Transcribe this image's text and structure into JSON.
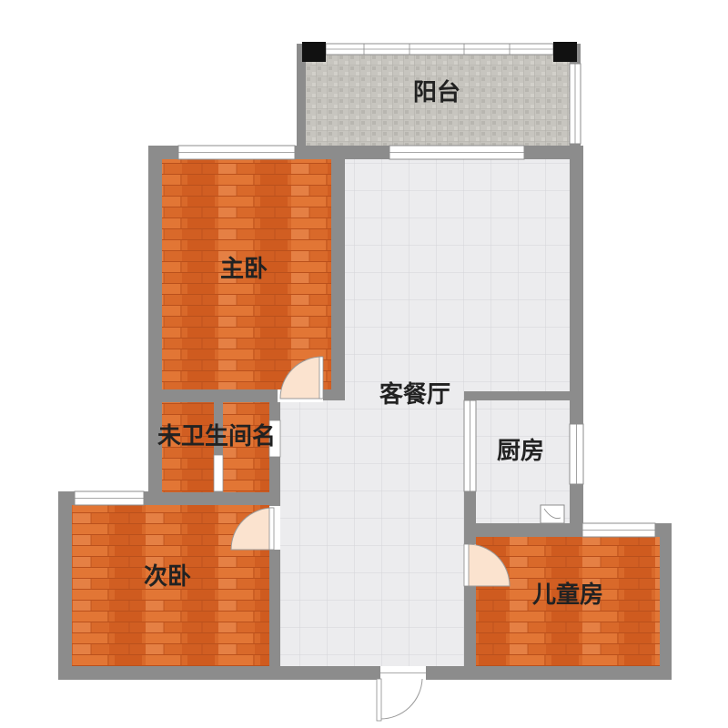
{
  "rooms": {
    "balcony": "阳台",
    "master_bedroom": "主卧",
    "living_dining": "客餐厅",
    "bathroom": "未卫生间名",
    "kitchen": "厨房",
    "second_bedroom": "次卧",
    "kids_room": "儿童房"
  },
  "colors": {
    "wall": "#8c8c8c",
    "wood": "#d9692a",
    "tile": "#ececee",
    "balcony_tile": "#c4c2bc",
    "window": "#ffffff",
    "door_swing": "#fbe3cf"
  }
}
